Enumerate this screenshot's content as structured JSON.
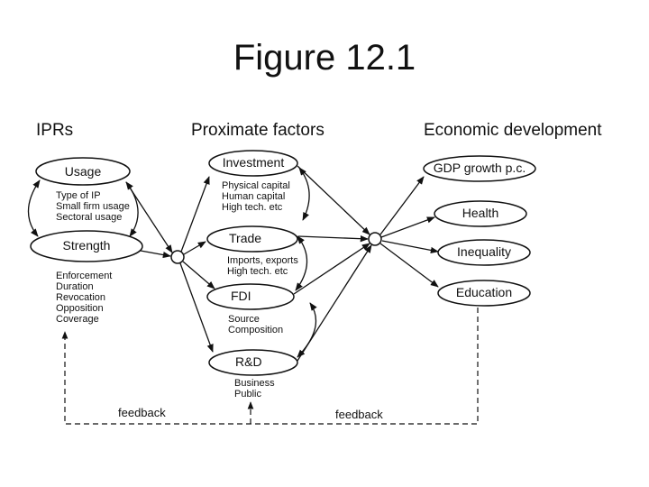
{
  "title": "Figure 12.1",
  "headers": {
    "iprs": "IPRs",
    "proximate": "Proximate factors",
    "economic": "Economic development"
  },
  "ipr_nodes": {
    "usage": {
      "label": "Usage",
      "details": [
        "Type of IP",
        "Small firm usage",
        "Sectoral usage"
      ]
    },
    "strength": {
      "label": "Strength",
      "details": [
        "Enforcement",
        "Duration",
        "Revocation",
        "Opposition",
        "Coverage"
      ]
    }
  },
  "proximate_nodes": {
    "investment": {
      "label": "Investment",
      "details": [
        "Physical capital",
        "Human capital",
        "High tech. etc"
      ]
    },
    "trade": {
      "label": "Trade",
      "details": [
        "Imports, exports",
        "High tech. etc"
      ]
    },
    "fdi": {
      "label": "FDI",
      "details": [
        "Source",
        "Composition"
      ]
    },
    "rd": {
      "label": "R&D",
      "details": [
        "Business",
        "Public"
      ]
    }
  },
  "outcome_nodes": {
    "gdp": {
      "label": "GDP growth p.c."
    },
    "health": {
      "label": "Health"
    },
    "inequality": {
      "label": "Inequality"
    },
    "education": {
      "label": "Education"
    }
  },
  "feedback": {
    "left_label": "feedback",
    "right_label": "feedback"
  }
}
